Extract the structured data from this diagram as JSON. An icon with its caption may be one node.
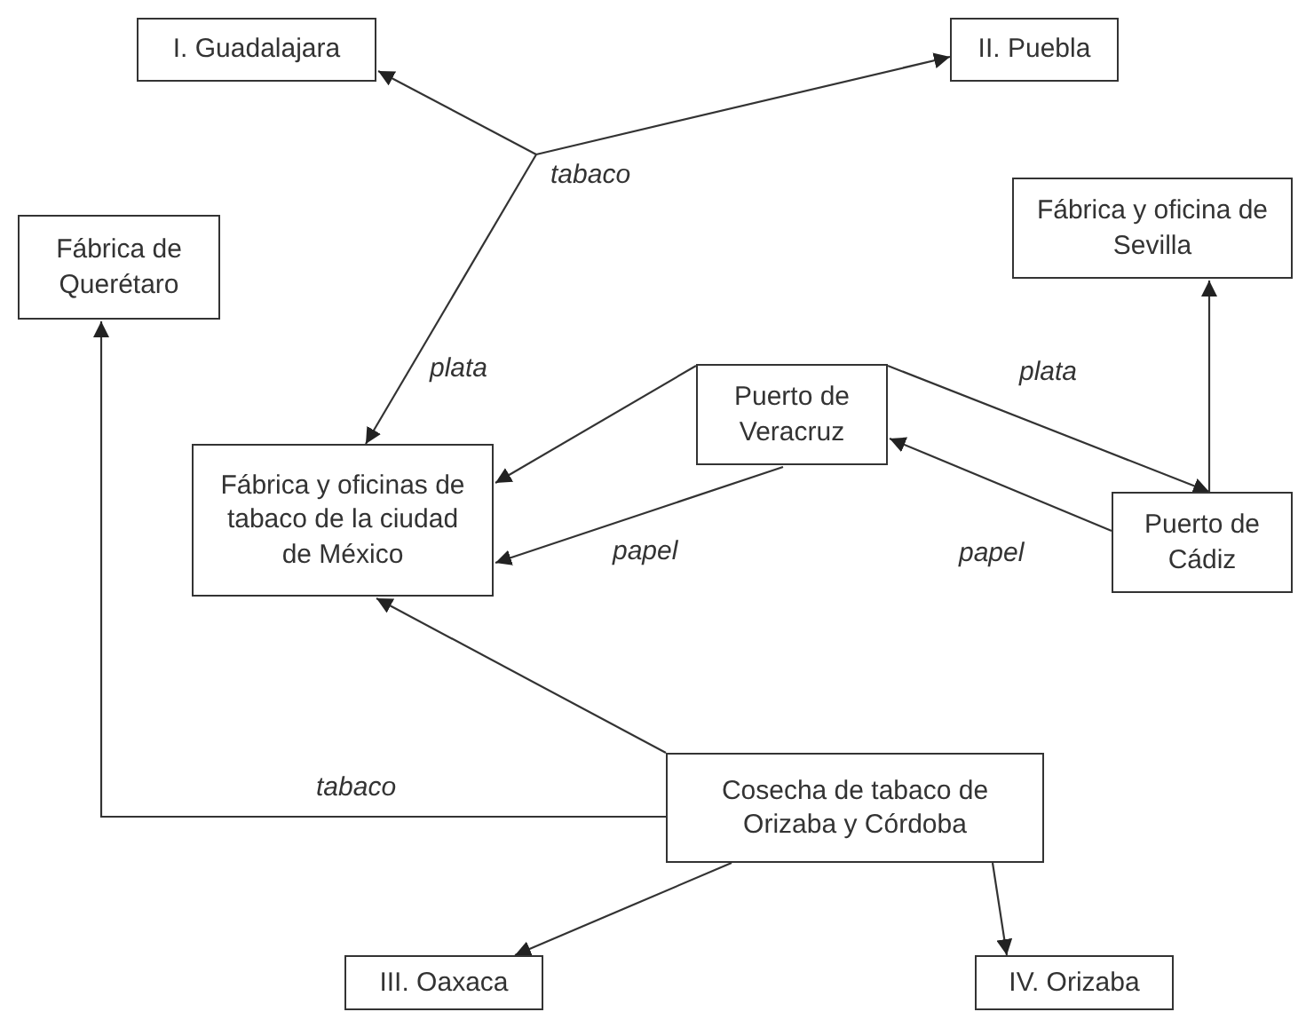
{
  "diagram": {
    "nodes": [
      {
        "text": [
          "I. Guadalajara"
        ]
      },
      {
        "text": [
          "II. Puebla"
        ]
      },
      {
        "text": [
          "Fábrica de Querétaro"
        ]
      },
      {
        "text": [
          "Fábrica y oficina de Sevilla"
        ]
      },
      {
        "text": [
          "Puerto de Veracruz"
        ]
      },
      {
        "text": [
          "Fábrica y oficinas de tabaco de la ciudad de México"
        ]
      },
      {
        "text": [
          "Puerto de Cádiz"
        ]
      },
      {
        "text": [
          "Cosecha de tabaco de Orizaba y Córdoba"
        ]
      },
      {
        "text": [
          "III. Oaxaca"
        ]
      },
      {
        "text": [
          "IV. Orizaba"
        ]
      }
    ],
    "edges": [
      {
        "from": null,
        "to": 0,
        "arrow": "to",
        "label": "tabaco"
      },
      {
        "from": null,
        "to": 1,
        "arrow": "to"
      },
      {
        "from": null,
        "to": 5,
        "arrow": "to",
        "label": "plata"
      },
      {
        "from": 4,
        "to": 5,
        "arrow": "to"
      },
      {
        "from": 4,
        "to": 5,
        "arrow": "to",
        "label": "papel"
      },
      {
        "from": 4,
        "to": 6,
        "arrow": "to",
        "label": "plata"
      },
      {
        "from": 6,
        "to": 4,
        "arrow": "to",
        "label": "papel"
      },
      {
        "from": 6,
        "to": 3,
        "arrow": "to"
      },
      {
        "from": 7,
        "to": 5,
        "arrow": "to"
      },
      {
        "from": 7,
        "to": 2,
        "arrow": "to",
        "label": "tabaco"
      },
      {
        "from": 7,
        "to": 8,
        "arrow": "to"
      },
      {
        "from": 7,
        "to": 9,
        "arrow": "to"
      }
    ]
  }
}
